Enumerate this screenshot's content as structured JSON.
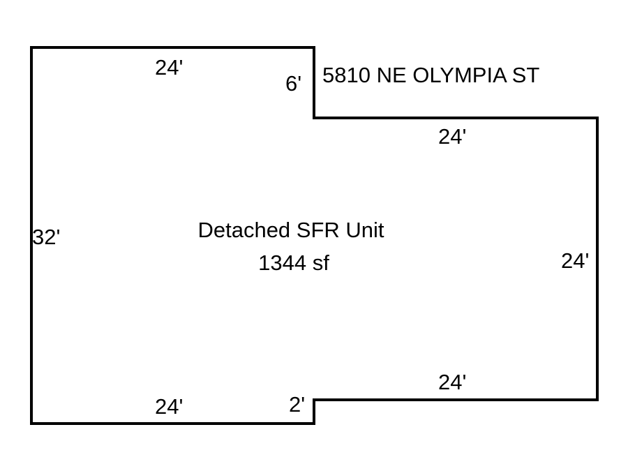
{
  "plan": {
    "address": "5810 NE OLYMPIA ST",
    "unit_name": "Detached SFR Unit",
    "area": "1344 sf",
    "dimensions": {
      "top_left": "24'",
      "notch_top": "6'",
      "top_right": "24'",
      "left": "32'",
      "right": "24'",
      "bottom_right": "24'",
      "bottom_left": "24'",
      "notch_bottom": "2'"
    },
    "colors": {
      "line": "#000000",
      "background": "#ffffff"
    }
  }
}
